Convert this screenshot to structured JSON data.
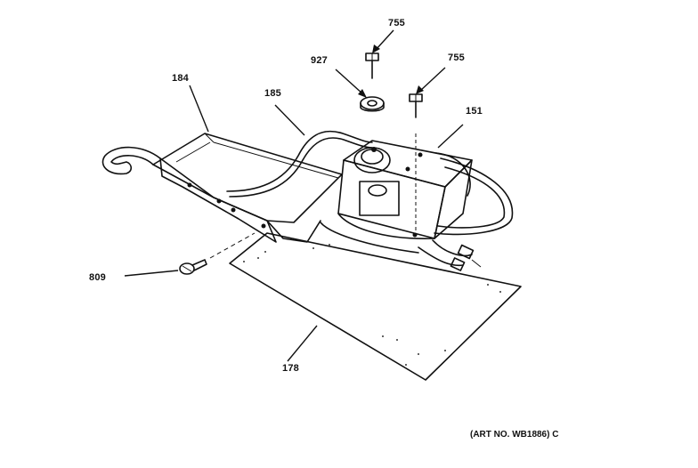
{
  "diagram": {
    "callouts": {
      "c755a": "755",
      "c927": "927",
      "c755b": "755",
      "c184": "184",
      "c185": "185",
      "c151": "151",
      "c809": "809",
      "c178": "178"
    },
    "art_number": "(ART NO. WB1886) C"
  }
}
